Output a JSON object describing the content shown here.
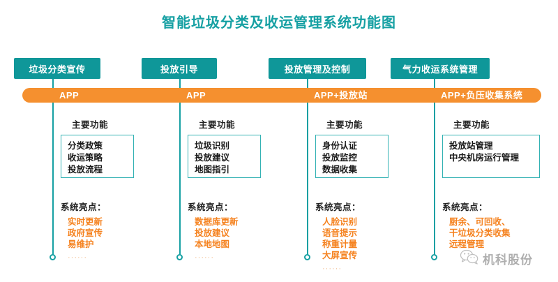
{
  "title": "智能垃圾分类及收运管理系统功能图",
  "colors": {
    "teal": "#0f9799",
    "teal_line": "#16a0a3",
    "orange_band": "#F5902F",
    "orange_text": "#F5821F",
    "title_text": "#16a0a3"
  },
  "labels": {
    "main_functions": "主要功能",
    "system_highlights": "系统亮点：",
    "ellipsis": "······"
  },
  "columns": [
    {
      "header": "垃圾分类宣传",
      "band_label": "APP",
      "main_title": "主要功能",
      "main_items": [
        "分类政策",
        "收运策略",
        "投放流程"
      ],
      "highlight_title": "系统亮点：",
      "highlight_items": [
        "实时更新",
        "政府宣传",
        "易维护"
      ],
      "has_ellipsis": true
    },
    {
      "header": "投放引导",
      "band_label": "APP",
      "main_title": "主要功能",
      "main_items": [
        "垃圾识别",
        "投放建议",
        "地图指引"
      ],
      "highlight_title": "系统亮点：",
      "highlight_items": [
        "数据库更新",
        "投放建议",
        "本地地图"
      ],
      "has_ellipsis": true
    },
    {
      "header": "投放管理及控制",
      "band_label": "APP+投放站",
      "main_title": "主要功能",
      "main_items": [
        "身份认证",
        "投放监控",
        "数据收集"
      ],
      "highlight_title": "系统亮点：",
      "highlight_items": [
        "人脸识别",
        "语音提示",
        "称重计量",
        "大屏宣传"
      ],
      "has_ellipsis": true
    },
    {
      "header": "气力收运系统管理",
      "band_label": "APP+负压收集系统",
      "main_title": "主要功能",
      "main_items": [
        "投放站管理",
        "中央机房运行管理"
      ],
      "highlight_title": "系统亮点：",
      "highlight_items": [
        "厨余、可回收、",
        "干垃圾分类收集",
        "远程管理"
      ],
      "has_ellipsis": false
    }
  ],
  "watermark": {
    "icon": "wechat-icon",
    "text": "机科股份"
  }
}
